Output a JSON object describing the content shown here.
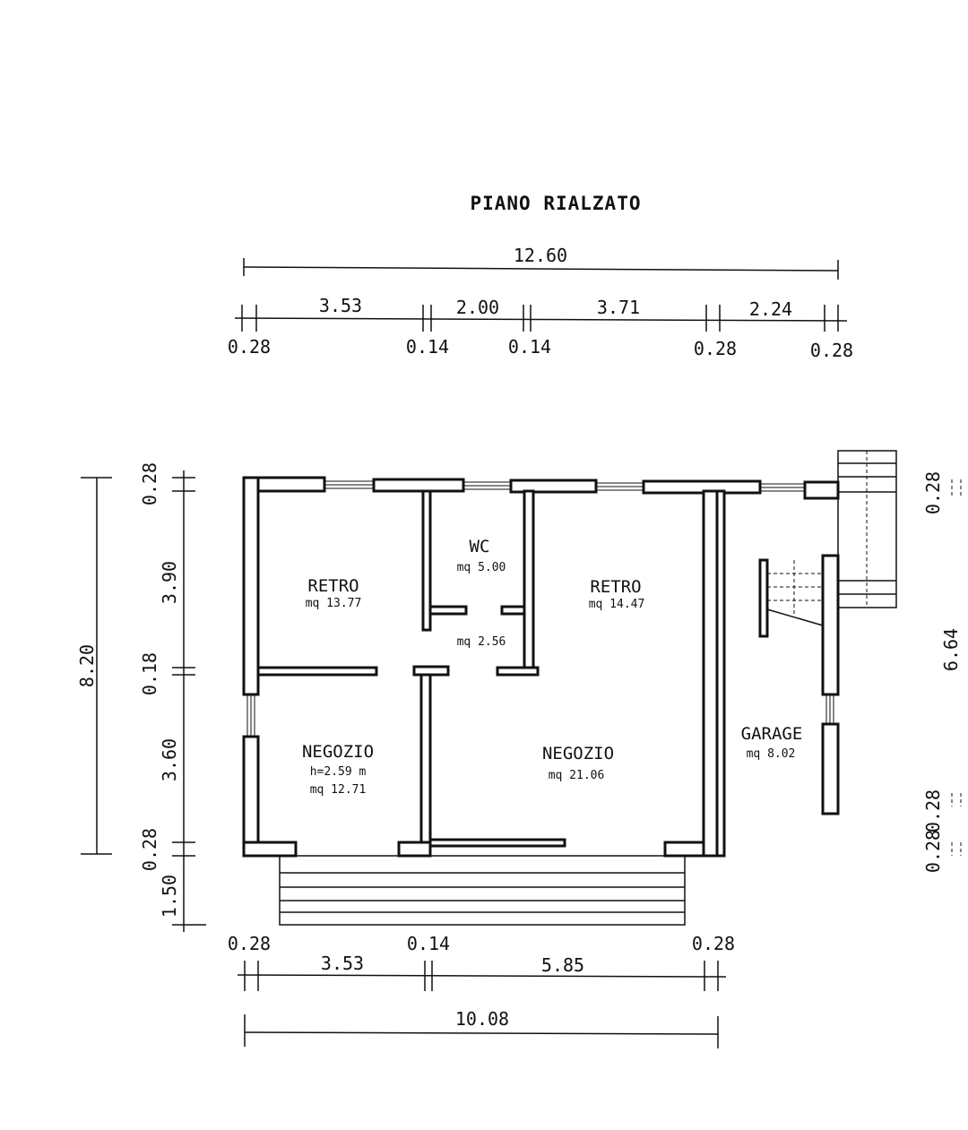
{
  "title": "PIANO RIALZATO",
  "dimensions": {
    "top_total": "12.60",
    "top_segments": [
      "3.53",
      "2.00",
      "3.71",
      "2.24"
    ],
    "top_walls": [
      "0.28",
      "0.14",
      "0.14",
      "0.28",
      "0.28"
    ],
    "left_total": "8.20",
    "left_segments": [
      "0.28",
      "3.90",
      "0.18",
      "3.60",
      "0.28",
      "1.50"
    ],
    "right_segments": [
      "0.28",
      "6.64",
      "0.28",
      "0.28"
    ],
    "bottom_walls": [
      "0.28",
      "0.14",
      "0.28"
    ],
    "bottom_segments": [
      "3.53",
      "5.85"
    ],
    "bottom_total": "10.08"
  },
  "rooms": [
    {
      "name": "RETRO",
      "area": "mq 13.77"
    },
    {
      "name": "WC",
      "area": "mq 5.00"
    },
    {
      "name": "RETRO",
      "area": "mq 14.47"
    },
    {
      "name": "",
      "area": "mq 2.56"
    },
    {
      "name": "NEGOZIO",
      "height": "h=2.59 m",
      "area": "mq 12.71"
    },
    {
      "name": "NEGOZIO",
      "area": "mq 21.06"
    },
    {
      "name": "GARAGE",
      "area": "mq 8.02"
    }
  ]
}
